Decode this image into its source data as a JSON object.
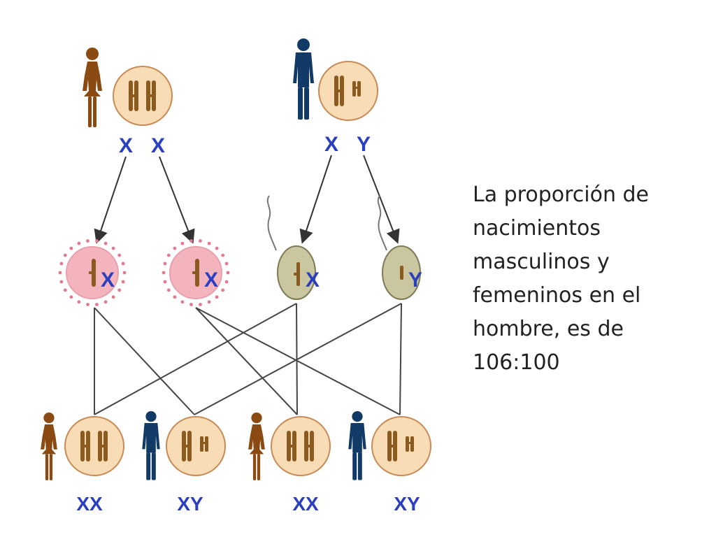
{
  "caption": "La proporción de nacimientos masculinos y femeninos en el hombre, es de 106:100",
  "parents": [
    {
      "sex": "female",
      "karyotype_labels": [
        "X",
        "X"
      ]
    },
    {
      "sex": "male",
      "karyotype_labels": [
        "X",
        "Y"
      ]
    }
  ],
  "gametes": [
    {
      "kind": "ovule",
      "label": "X"
    },
    {
      "kind": "ovule",
      "label": "X"
    },
    {
      "kind": "sperm",
      "label": "X"
    },
    {
      "kind": "sperm",
      "label": "Y"
    }
  ],
  "offspring": [
    {
      "sex": "female",
      "label": "XX"
    },
    {
      "sex": "male",
      "label": "XY"
    },
    {
      "sex": "female",
      "label": "XX"
    },
    {
      "sex": "male",
      "label": "XY"
    }
  ],
  "colors": {
    "female_figure": "#8a4a12",
    "male_figure": "#123a66",
    "cell_fill": "#f7dcb6",
    "cell_stroke": "#c98a55",
    "chromosome": "#8a5a1e",
    "ovule_fill": "#f4b4be",
    "ovule_dots": "#e07a8c",
    "sperm_fill": "#c9c6a0",
    "sperm_stroke": "#7d7a58",
    "label_blue": "#2a3fbf",
    "line": "#333333"
  }
}
